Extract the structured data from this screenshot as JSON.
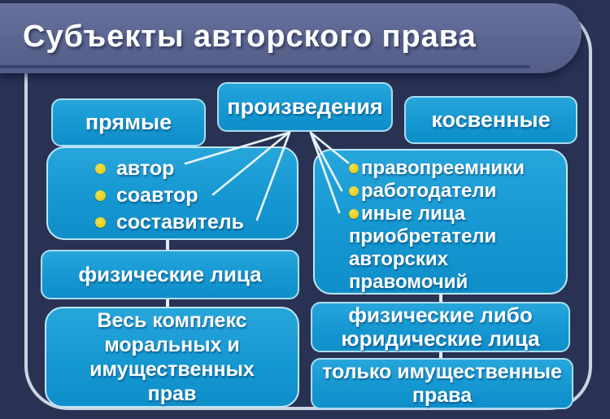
{
  "title": "Субъекты авторского права",
  "columns": {
    "direct": {
      "header": "прямые",
      "members": [
        "автор",
        "соавтор",
        "составитель"
      ],
      "nature": "физические лица",
      "rights_lines": [
        "Весь комплекс",
        "моральных и",
        "имущественных",
        "прав"
      ]
    },
    "works": {
      "header": "произведения"
    },
    "indirect": {
      "header": "косвенные",
      "member_lines": [
        {
          "bullet": true,
          "text": "правопреемники"
        },
        {
          "bullet": true,
          "text": "работодатели"
        },
        {
          "bullet": true,
          "text": "иные лица"
        },
        {
          "bullet": false,
          "text": "приобретатели"
        },
        {
          "bullet": false,
          "text": "авторских"
        },
        {
          "bullet": false,
          "text": "правомочий"
        }
      ],
      "nature_lines": [
        "физические либо",
        "юридические лица"
      ],
      "rights_lines": [
        "только имущественные",
        "права"
      ]
    }
  },
  "colors": {
    "background": "#2a3254",
    "banner": "#5a658f",
    "box_fill": "#1597d1",
    "box_border": "#a9ddf2",
    "bullet": "#dcc20e",
    "connector_line": "#e4edf6",
    "frame_line": "#ccd4e2",
    "text": "#ffffff"
  }
}
